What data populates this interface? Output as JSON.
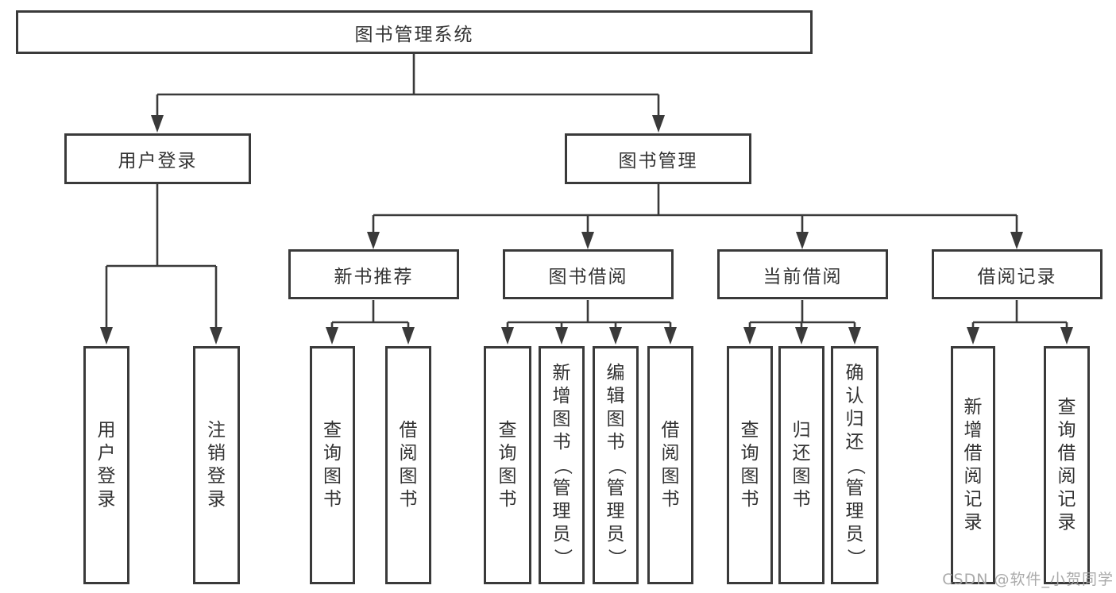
{
  "diagram": {
    "title": "图书管理系统",
    "line_color": "#3a3a3a",
    "nodes": {
      "root": {
        "label": "图书管理系统"
      },
      "user_login": {
        "label": "用户登录"
      },
      "book_mgmt": {
        "label": "图书管理"
      },
      "new_books": {
        "label": "新书推荐"
      },
      "book_borrow": {
        "label": "图书借阅"
      },
      "current_borrow": {
        "label": "当前借阅"
      },
      "borrow_records": {
        "label": "借阅记录"
      },
      "v_user_login": {
        "label": "用户登录"
      },
      "v_logout": {
        "label": "注销登录"
      },
      "v_query_book_1": {
        "label": "查询图书"
      },
      "v_borrow_book_1": {
        "label": "借阅图书"
      },
      "v_query_book_2": {
        "label": "查询图书"
      },
      "v_add_book": {
        "label": "新增图书（管理员）"
      },
      "v_edit_book": {
        "label": "编辑图书（管理员）"
      },
      "v_borrow_book_2": {
        "label": "借阅图书"
      },
      "v_query_book_3": {
        "label": "查询图书"
      },
      "v_return_book": {
        "label": "归还图书"
      },
      "v_confirm_return": {
        "label": "确认归还（管理员）"
      },
      "v_add_record": {
        "label": "新增借阅记录"
      },
      "v_query_record": {
        "label": "查询借阅记录"
      }
    },
    "hierarchy": [
      {
        "parent": "图书管理系统",
        "children": [
          "用户登录",
          "图书管理"
        ]
      },
      {
        "parent": "用户登录",
        "children": [
          "用户登录",
          "注销登录"
        ]
      },
      {
        "parent": "图书管理",
        "children": [
          "新书推荐",
          "图书借阅",
          "当前借阅",
          "借阅记录"
        ]
      },
      {
        "parent": "新书推荐",
        "children": [
          "查询图书",
          "借阅图书"
        ]
      },
      {
        "parent": "图书借阅",
        "children": [
          "查询图书",
          "新增图书（管理员）",
          "编辑图书（管理员）",
          "借阅图书"
        ]
      },
      {
        "parent": "当前借阅",
        "children": [
          "查询图书",
          "归还图书",
          "确认归还（管理员）"
        ]
      },
      {
        "parent": "借阅记录",
        "children": [
          "新增借阅记录",
          "查询借阅记录"
        ]
      }
    ],
    "watermark": "CSDN @软件_小贺同学"
  }
}
